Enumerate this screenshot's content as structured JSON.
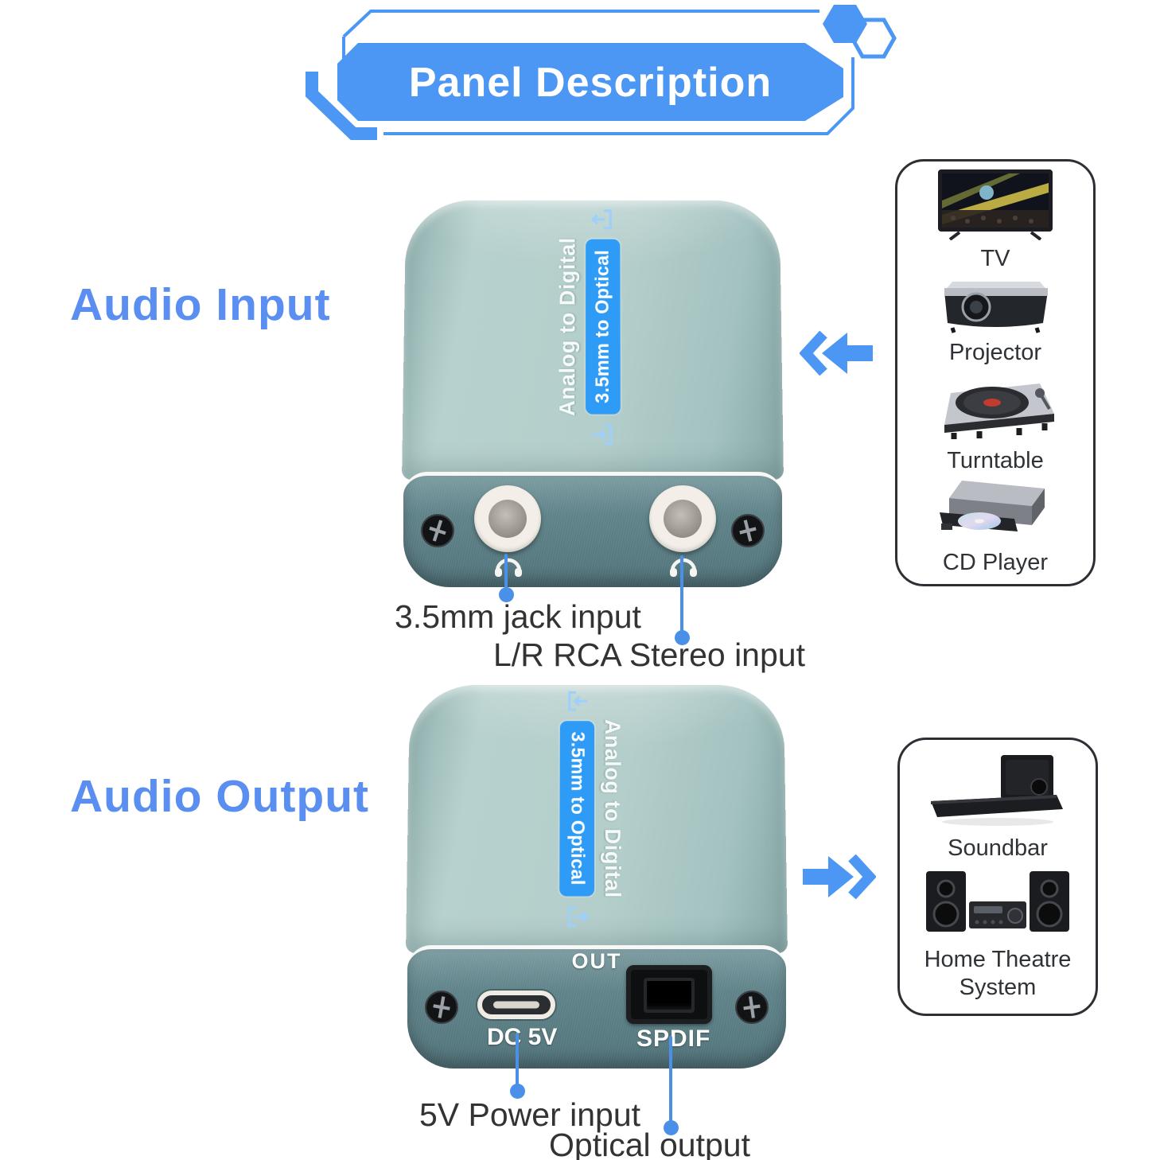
{
  "banner": {
    "title": "Panel Description"
  },
  "sections": {
    "input": {
      "heading": "Audio Input",
      "device": {
        "label_main": "Analog to Digital",
        "label_sub": "3.5mm to Optical"
      },
      "callouts": [
        {
          "label": "3.5mm jack input"
        },
        {
          "label": "L/R RCA Stereo input"
        }
      ],
      "sources": [
        {
          "name": "TV"
        },
        {
          "name": "Projector"
        },
        {
          "name": "Turntable"
        },
        {
          "name": "CD Player"
        }
      ]
    },
    "output": {
      "heading": "Audio Output",
      "device": {
        "label_main": "Analog to Digital",
        "label_sub": "3.5mm to Optical",
        "out_label": "OUT",
        "dc_label": "DC 5V",
        "spdif_label": "SPDIF"
      },
      "callouts": [
        {
          "label": "5V Power input"
        },
        {
          "label": "Optical output"
        }
      ],
      "sinks": [
        {
          "name": "Soundbar"
        },
        {
          "name": "Home Theatre System"
        }
      ]
    }
  },
  "icons": {
    "headphone-icon": "white arc with two earpads under each jack",
    "screw-icon": "black phillips screw head",
    "audio-in-icon": "blue tray with arrow pointing in",
    "audio-out-icon": "blue tray with arrow pointing out",
    "arrow-left-icon": "blue double arrow pointing left",
    "arrow-right-icon": "blue double arrow pointing right",
    "hexagon-icon": "blue hexagon banner ornament"
  },
  "colors": {
    "accent": "#4b97f3",
    "heading_blue": "#5a8ff1",
    "pill_blue": "#2e9bf6",
    "callout_blue": "#4a90e8",
    "device_body": "#a9c7c4",
    "device_panel": "#5d8187",
    "label_text": "#333333",
    "panel_border": "#2c2f33"
  }
}
